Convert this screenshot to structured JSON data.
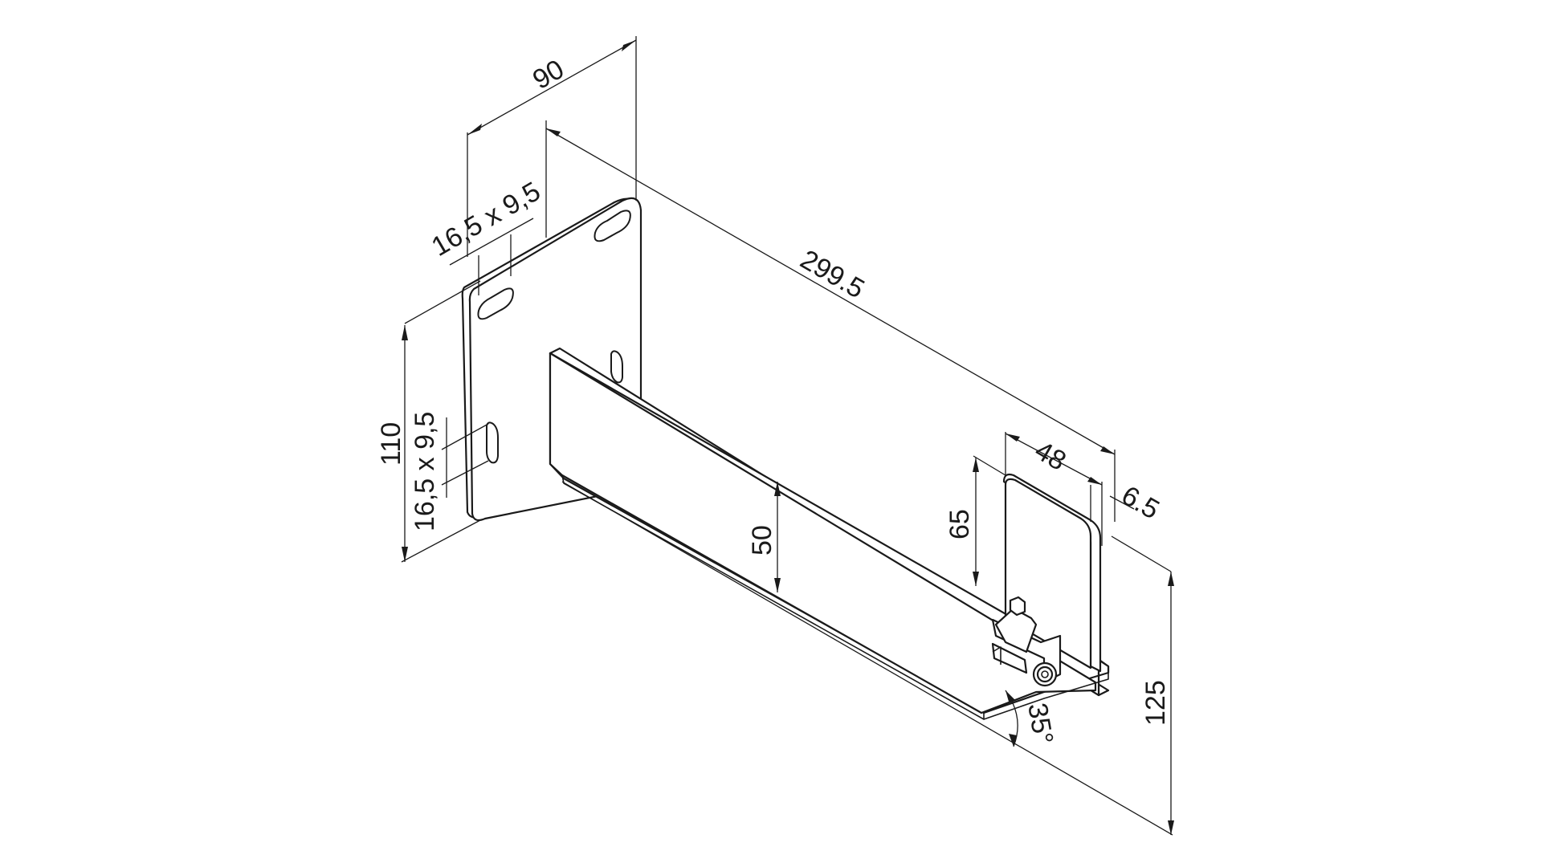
{
  "dimensions": {
    "top_width": "90",
    "slot_top": "16,5 x 9,5",
    "length": "299.5",
    "plate_height": "110",
    "slot_side": "16,5 x 9,5",
    "arm_height": "50",
    "end_height": "65",
    "end_width": "48",
    "end_thickness": "6.5",
    "total_height": "125",
    "angle": "35°"
  },
  "colors": {
    "line": "#1a1a1a",
    "background": "#ffffff"
  }
}
